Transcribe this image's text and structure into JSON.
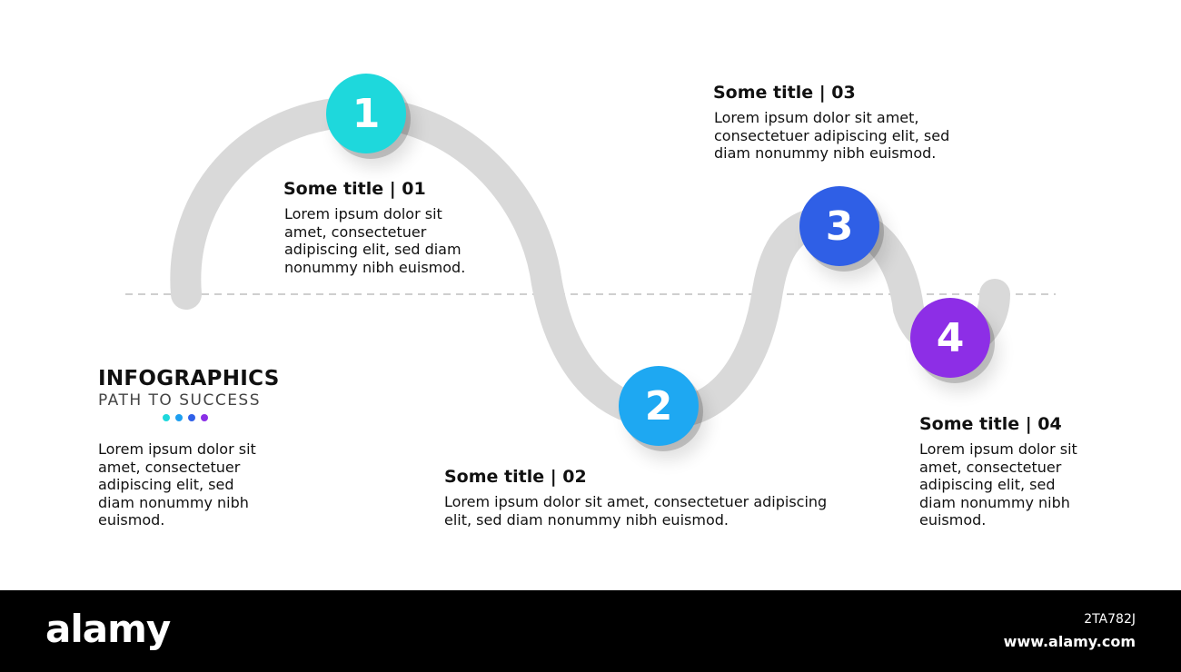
{
  "brand": {
    "title": "INFOGRAPHICS",
    "subtitle": "PATH TO SUCCESS",
    "description": "Lorem ipsum dolor sit amet, consectetuer adipiscing elit, sed diam nonummy nibh euismod.",
    "dot_colors": [
      "#1ed8dc",
      "#1e9ff0",
      "#3060e8",
      "#8a2fe6"
    ]
  },
  "colors": {
    "path": "#d9d9d9",
    "dashed_line": "#cfcfcf",
    "step1": "#1ed8dc",
    "step2": "#1ea8f2",
    "step3": "#2f5fe6",
    "step4": "#8d2ee6"
  },
  "steps": [
    {
      "number": "1",
      "title": "Some title  |  01",
      "body": "Lorem ipsum dolor sit amet, consectetuer adipiscing elit, sed diam nonummy nibh euismod."
    },
    {
      "number": "2",
      "title": "Some title  |  02",
      "body": "Lorem ipsum dolor sit amet, consectetuer adipiscing elit, sed diam nonummy nibh euismod."
    },
    {
      "number": "3",
      "title": "Some title  |  03",
      "body": "Lorem ipsum dolor sit amet, consectetuer adipiscing elit, sed diam nonummy nibh euismod."
    },
    {
      "number": "4",
      "title": "Some title  |  04",
      "body": "Lorem ipsum dolor sit amet, consectetuer adipiscing elit, sed diam nonummy nibh euismod."
    }
  ],
  "footer": {
    "logo": "alamy",
    "image_id": "2TA782J",
    "url": "www.alamy.com"
  }
}
